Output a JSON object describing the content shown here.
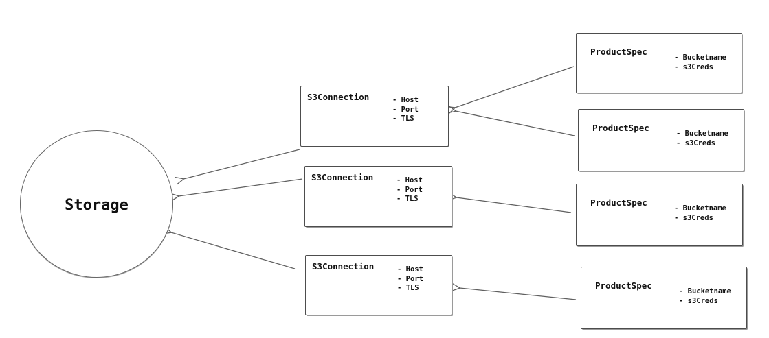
{
  "diagram": {
    "storage": {
      "id": "storage",
      "label": "Storage",
      "shape": "circle"
    },
    "s3_connections": [
      {
        "id": "s3-connection-1",
        "title": "S3Connection",
        "attributes": [
          "- Host",
          "- Port",
          "- TLS"
        ]
      },
      {
        "id": "s3-connection-2",
        "title": "S3Connection",
        "attributes": [
          "- Host",
          "- Port",
          "- TLS"
        ]
      },
      {
        "id": "s3-connection-3",
        "title": "S3Connection",
        "attributes": [
          "- Host",
          "- Port",
          "- TLS"
        ]
      }
    ],
    "product_specs": [
      {
        "id": "product-spec-1",
        "title": "ProductSpec",
        "attributes": [
          "- Bucketname",
          "- s3Creds"
        ]
      },
      {
        "id": "product-spec-2",
        "title": "ProductSpec",
        "attributes": [
          "- Bucketname",
          "- s3Creds"
        ]
      },
      {
        "id": "product-spec-3",
        "title": "ProductSpec",
        "attributes": [
          "- Bucketname",
          "- s3Creds"
        ]
      },
      {
        "id": "product-spec-4",
        "title": "ProductSpec",
        "attributes": [
          "- Bucketname",
          "- s3Creds"
        ]
      }
    ],
    "edges": [
      {
        "from": "product-spec-1",
        "to": "s3-connection-1",
        "style": "open-arrow"
      },
      {
        "from": "product-spec-2",
        "to": "s3-connection-1",
        "style": "open-arrow"
      },
      {
        "from": "product-spec-3",
        "to": "s3-connection-2",
        "style": "open-arrow"
      },
      {
        "from": "product-spec-4",
        "to": "s3-connection-3",
        "style": "open-arrow"
      },
      {
        "from": "s3-connection-1",
        "to": "storage",
        "style": "open-arrow"
      },
      {
        "from": "s3-connection-2",
        "to": "storage",
        "style": "open-arrow"
      },
      {
        "from": "s3-connection-3",
        "to": "storage",
        "style": "open-arrow"
      }
    ],
    "colors": {
      "background": "#ffffff",
      "stroke": "#5f5f5f",
      "box_border": "#4d4d4d",
      "text": "#111111"
    }
  }
}
